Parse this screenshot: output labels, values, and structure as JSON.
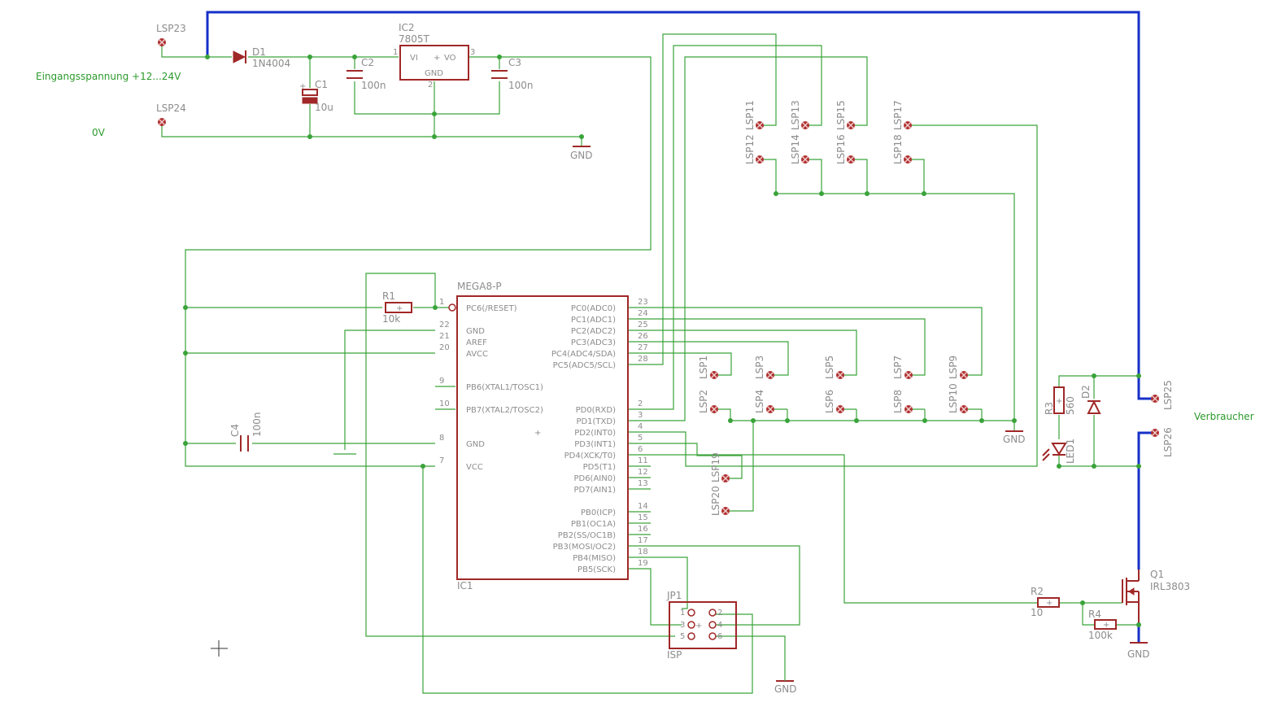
{
  "labels": {
    "LSP23": "LSP23",
    "LSP24": "LSP24",
    "input_note": "Eingangsspannung +12...24V",
    "zero_v": "0V",
    "D1": "D1",
    "D1v": "1N4004",
    "C1": "C1",
    "C1v": "10u",
    "C2": "C2",
    "C2v": "100n",
    "C3": "C3",
    "C3v": "100n",
    "IC2": "IC2",
    "IC2v": "7805T",
    "IC2_vi": "VI",
    "IC2_vo": "VO",
    "IC2_gnd": "GND",
    "IC2_p1": "1",
    "IC2_p2": "2",
    "IC2_p3": "3",
    "gnd": "GND",
    "LSP11": "LSP11",
    "LSP12": "LSP12",
    "LSP13": "LSP13",
    "LSP14": "LSP14",
    "LSP15": "LSP15",
    "LSP16": "LSP16",
    "LSP17": "LSP17",
    "LSP18": "LSP18",
    "R1": "R1",
    "R1v": "10k",
    "IC1type": "MEGA8-P",
    "IC1": "IC1",
    "C4": "C4",
    "C4v": "100n",
    "LSP1": "LSP1",
    "LSP2": "LSP2",
    "LSP3": "LSP3",
    "LSP4": "LSP4",
    "LSP5": "LSP5",
    "LSP6": "LSP6",
    "LSP7": "LSP7",
    "LSP8": "LSP8",
    "LSP9": "LSP9",
    "LSP10": "LSP10",
    "LSP19": "LSP19",
    "LSP20": "LSP20",
    "R3": "R3",
    "R3v": "560",
    "D2": "D2",
    "LED1": "LED1",
    "LSP25": "LSP25",
    "LSP26": "LSP26",
    "consumer": "Verbraucher",
    "Q1": "Q1",
    "Q1v": "IRL3803",
    "R2": "R2",
    "R2v": "10",
    "R4": "R4",
    "R4v": "100k",
    "JP1": "JP1",
    "ISP": "ISP",
    "jp_1": "1",
    "jp_2": "2",
    "jp_3": "3",
    "jp_4": "4",
    "jp_5": "5",
    "jp_6": "6"
  },
  "ic1_left_pins": [
    {
      "num": "1",
      "name": "PC6(/RESET)"
    },
    {
      "num": "22",
      "name": "GND"
    },
    {
      "num": "21",
      "name": "AREF"
    },
    {
      "num": "20",
      "name": "AVCC"
    },
    {
      "num": "9",
      "name": "PB6(XTAL1/TOSC1)"
    },
    {
      "num": "10",
      "name": "PB7(XTAL2/TOSC2)"
    },
    {
      "num": "8",
      "name": "GND"
    },
    {
      "num": "7",
      "name": "VCC"
    }
  ],
  "ic1_right_pins": [
    {
      "num": "23",
      "name": "PC0(ADC0)"
    },
    {
      "num": "24",
      "name": "PC1(ADC1)"
    },
    {
      "num": "25",
      "name": "PC2(ADC2)"
    },
    {
      "num": "26",
      "name": "PC3(ADC3)"
    },
    {
      "num": "27",
      "name": "PC4(ADC4/SDA)"
    },
    {
      "num": "28",
      "name": "PC5(ADC5/SCL)"
    },
    {
      "num": "2",
      "name": "PD0(RXD)"
    },
    {
      "num": "3",
      "name": "PD1(TXD)"
    },
    {
      "num": "4",
      "name": "PD2(INT0)"
    },
    {
      "num": "5",
      "name": "PD3(INT1)"
    },
    {
      "num": "6",
      "name": "PD4(XCK/T0)"
    },
    {
      "num": "11",
      "name": "PD5(T1)"
    },
    {
      "num": "12",
      "name": "PD6(AIN0)"
    },
    {
      "num": "13",
      "name": "PD7(AIN1)"
    },
    {
      "num": "14",
      "name": "PB0(ICP)"
    },
    {
      "num": "15",
      "name": "PB1(OC1A)"
    },
    {
      "num": "16",
      "name": "PB2(SS/OC1B)"
    },
    {
      "num": "17",
      "name": "PB3(MOSI/OC2)"
    },
    {
      "num": "18",
      "name": "PB4(MISO)"
    },
    {
      "num": "19",
      "name": "PB5(SCK)"
    }
  ],
  "colors": {
    "wire": "#3aa33a",
    "part": "#a02828",
    "bus": "#1630c8",
    "label": "#8c8c8c",
    "note": "#2c9a2c"
  }
}
